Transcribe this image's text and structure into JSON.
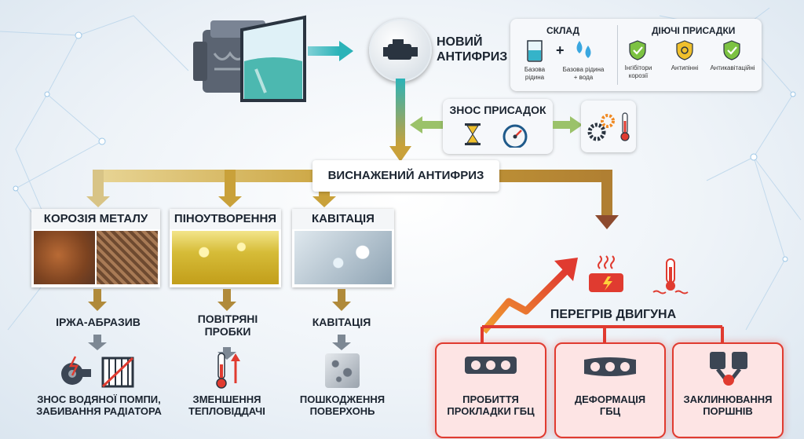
{
  "new_antifreeze": {
    "line1": "НОВИЙ",
    "line2": "АНТИФРИЗ"
  },
  "composition": {
    "title": "СКЛАД",
    "plus": "+",
    "base_liquid": {
      "line1": "Базова",
      "line2": "рідина"
    },
    "base_liquid_water": {
      "line1": "Базова рідина",
      "line2": "+ вода"
    }
  },
  "additives": {
    "title": "ДІЮЧІ ПРИСАДКИ",
    "corrosion": {
      "line1": "Інгібітори",
      "line2": "корозії"
    },
    "antifoam": "Антипінні",
    "anticavitation": "Антикавітаційні"
  },
  "wear": {
    "title": "ЗНОС ПРИСАДОК"
  },
  "depleted": {
    "title": "ВИСНАЖЕНИЙ АНТИФРИЗ"
  },
  "branches": {
    "corrosion": {
      "title": "КОРОЗІЯ МЕТАЛУ",
      "result": "ІРЖА-АБРАЗИВ",
      "effect": {
        "line1": "ЗНОС ВОДЯНОЇ ПОМПИ,",
        "line2": "ЗАБИВАННЯ РАДІАТОРА"
      }
    },
    "foam": {
      "title": "ПІНОУТВОРЕННЯ",
      "result": {
        "line1": "ПОВІТРЯНІ",
        "line2": "ПРОБКИ"
      },
      "effect": {
        "line1": "ЗМЕНШЕННЯ",
        "line2": "ТЕПЛОВІДДАЧІ"
      }
    },
    "cavitation": {
      "title": "КАВІТАЦІЯ",
      "result": "КАВІТАЦІЯ",
      "effect": {
        "line1": "ПОШКОДЖЕННЯ",
        "line2": "ПОВЕРХОНЬ"
      }
    }
  },
  "overheat": {
    "title": "ПЕРЕГРІВ ДВИГУНА",
    "cards": [
      {
        "line1": "ПРОБИТТЯ",
        "line2": "ПРОКЛАДКИ ГБЦ"
      },
      {
        "line1": "ДЕФОРМАЦІЯ",
        "line2": "ГБЦ"
      },
      {
        "line1": "ЗАКЛИНЮВАННЯ",
        "line2": "ПОРШНІВ"
      }
    ]
  },
  "colors": {
    "accent_red": "#e03b30",
    "arrow_gold": "#c9a13a",
    "arrow_teal": "#2bb3b8",
    "arrow_green": "#9bc26a"
  }
}
